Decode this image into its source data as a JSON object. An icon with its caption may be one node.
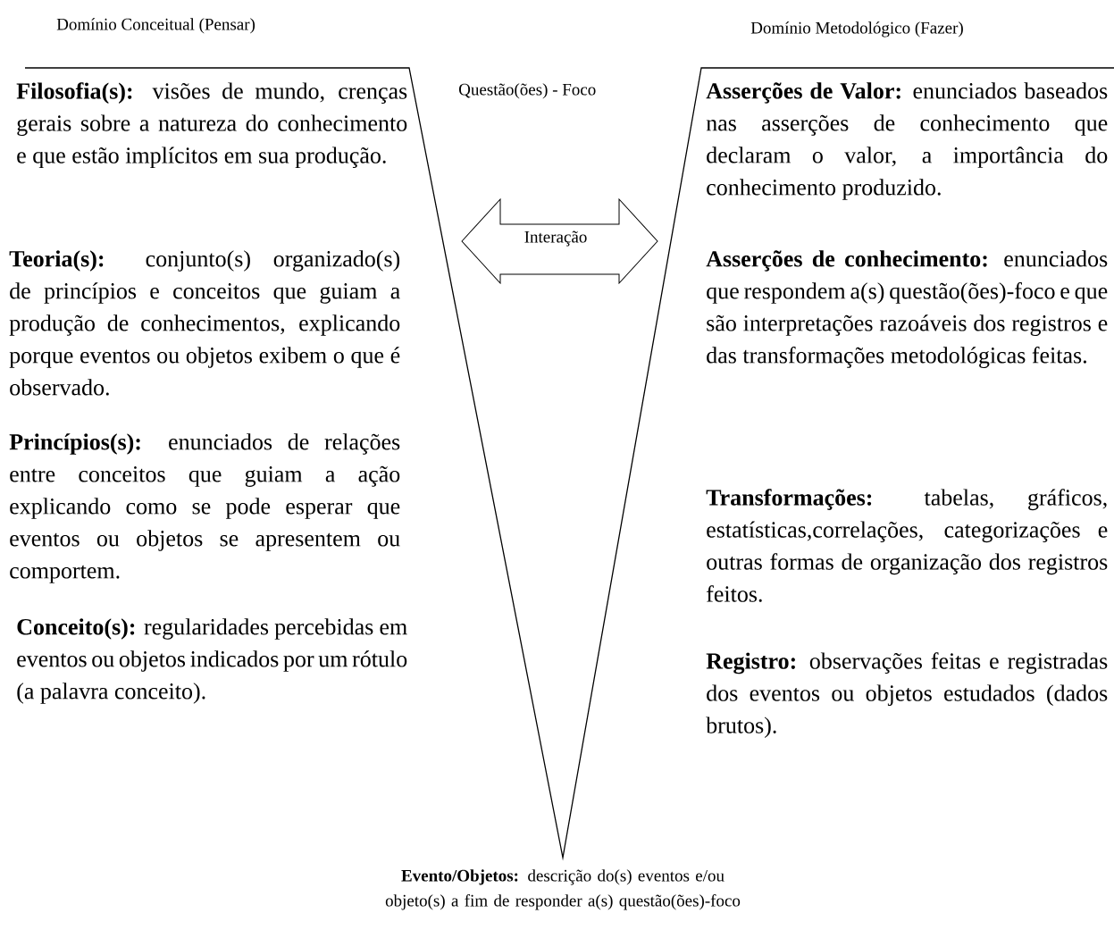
{
  "diagram": {
    "nodes": [
      {
        "text": [
          "Interação"
        ]
      }
    ],
    "edges": [],
    "labels": [
      "Domínio Conceitual (Pensar)",
      "Domínio Metodológico (Fazer)",
      "**Filosofia(s):** visões de mundo, crenças gerais sobre a natureza do conhecimento e que estão implícitos em sua produção.",
      "Questão(ões) - Foco",
      "**Asserções de Valor:** enunciados baseados nas asserções de conhecimento que declaram o valor, a importância do conhecimento produzido.",
      "**Teoria(s):** conjunto(s) organizado(s) de princípios e conceitos que guiam a produção de conhecimentos, explicando porque eventos ou objetos exibem o que é observado.",
      "**Asserções de conhecimento:** enunciados que respondem a(s) questão(ões)-foco e que são interpretações razoáveis dos registros e das transformações metodológicas feitas.",
      "**Princípios(s):** enunciados de relações entre conceitos que guiam a ação explicando como se pode esperar que eventos ou objetos se apresentem ou comportem.",
      "**Transformações:** tabelas, gráficos, estatísticas,correlações, categorizações e outras formas de organização dos registros feitos.",
      "**Conceito(s):** regularidades percebidas em eventos ou objetos indicados por um rótulo (a palavra conceito).",
      "**Registro:** observações feitas e registradas dos eventos ou objetos estudados (dados brutos).",
      "**Evento/Objetos:** descrição do(s) eventos e/ou objeto(s) a fim de responder a(s) questão(ões)-foco"
    ]
  }
}
